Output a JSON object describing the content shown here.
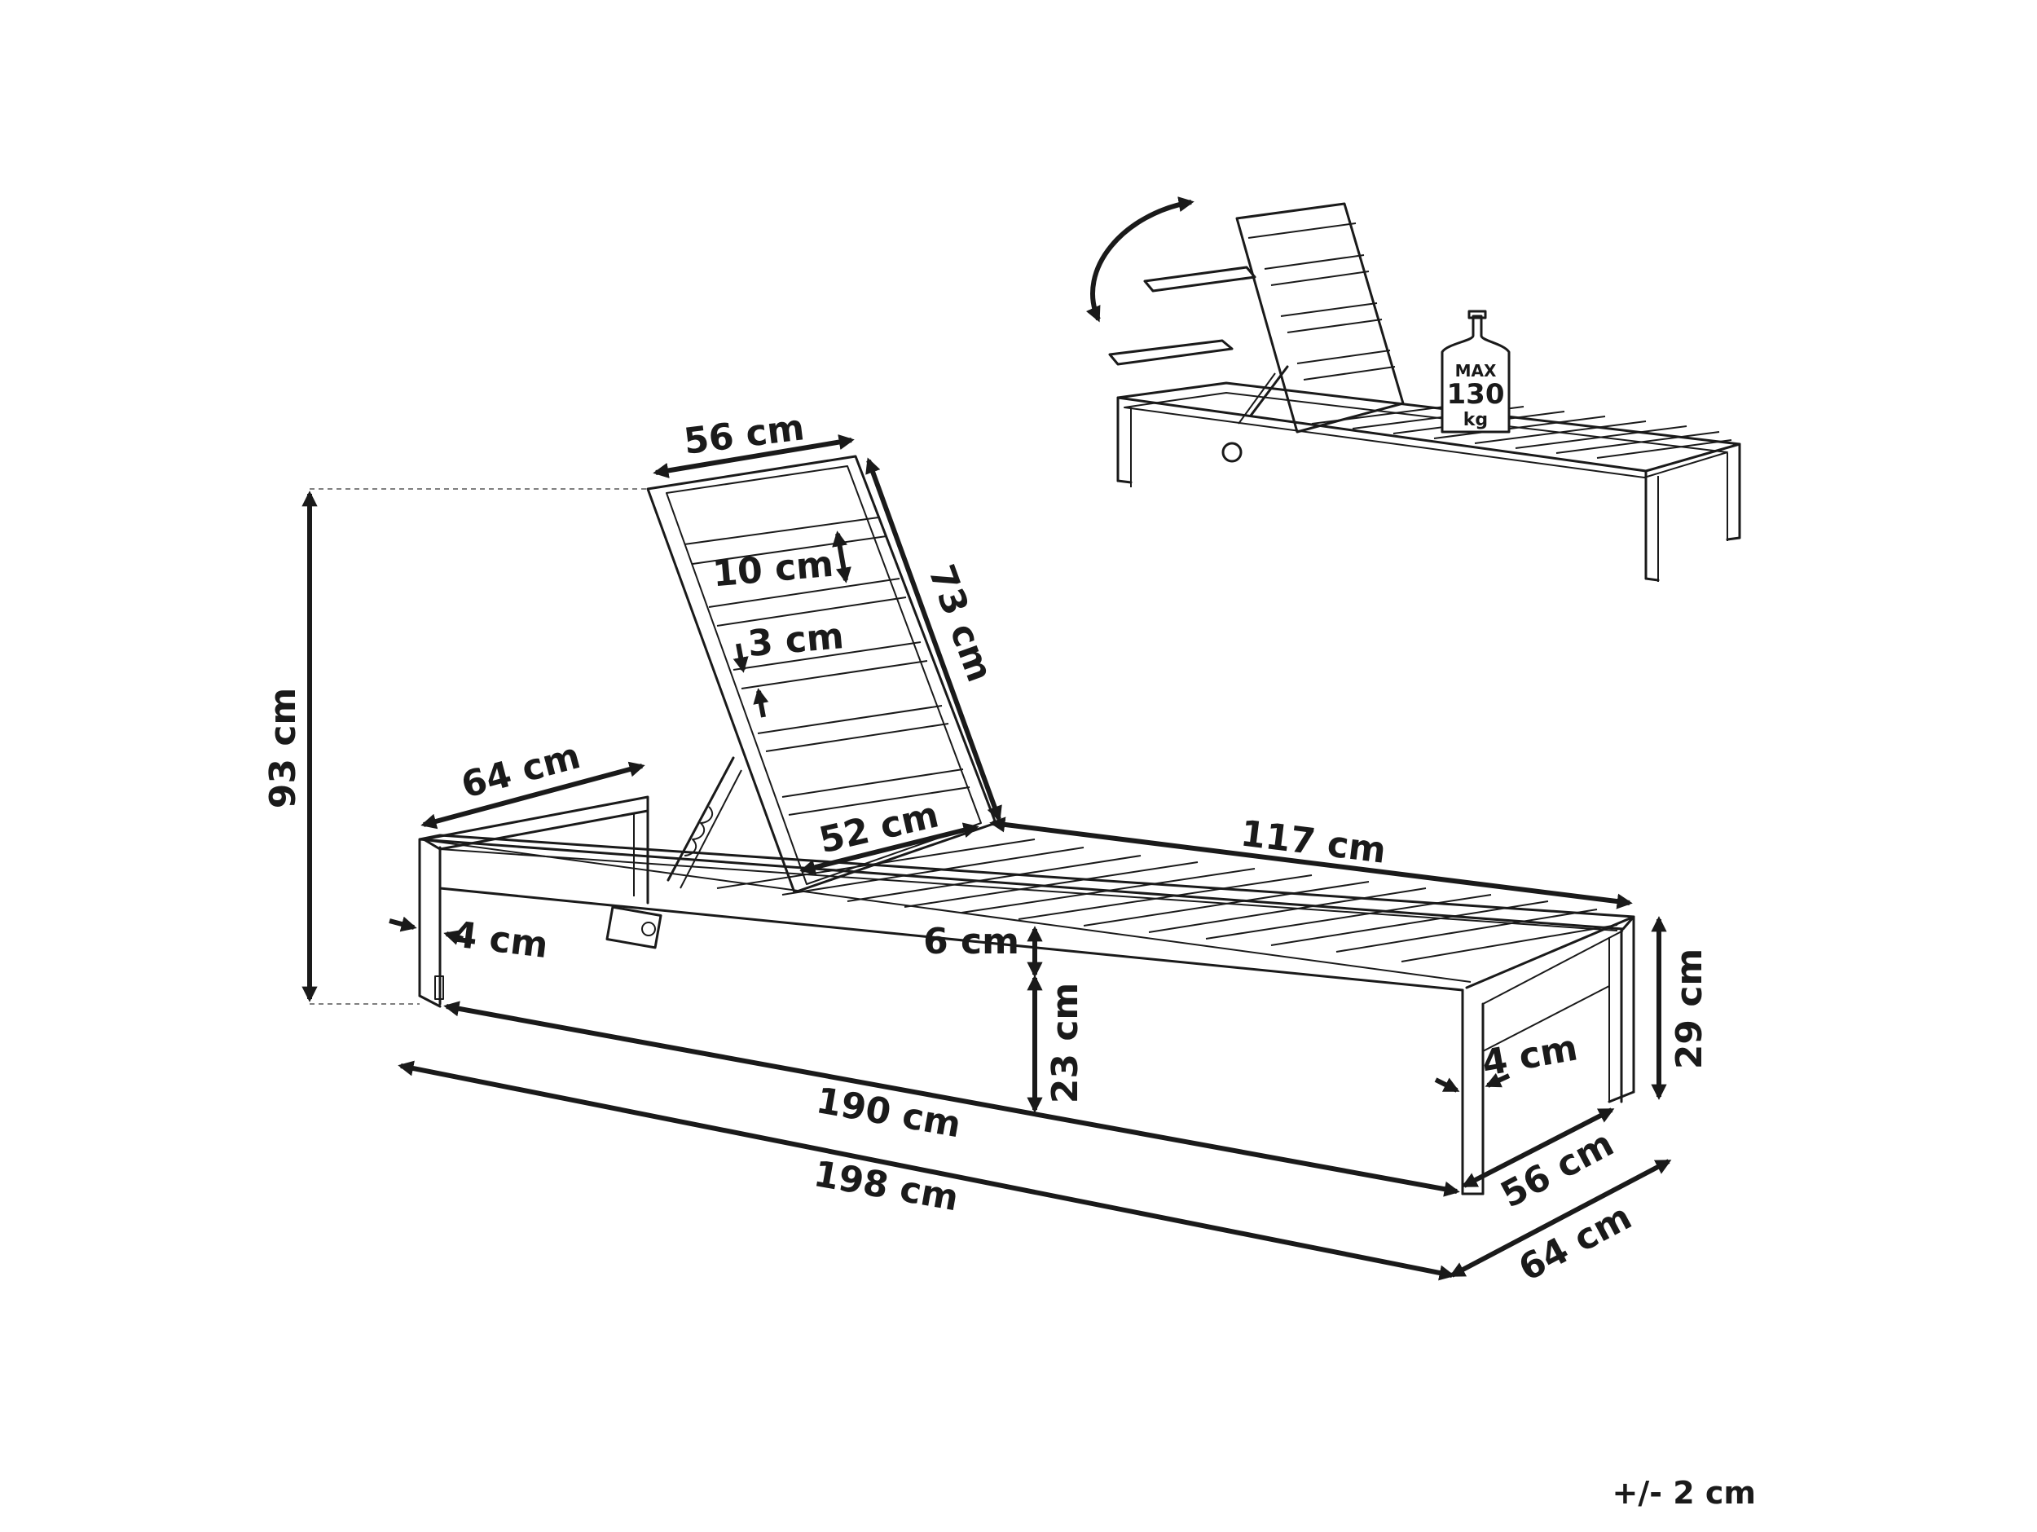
{
  "dimensions": {
    "total_height": "93 cm",
    "backrest_width": "56 cm",
    "backrest_length": "73 cm",
    "slat_width": "10 cm",
    "slat_gap": "3 cm",
    "head_width": "64 cm",
    "inner_width": "52 cm",
    "seat_length": "117 cm",
    "frame_thickness_left": "4 cm",
    "frame_thickness_right": "4 cm",
    "rail_height": "6 cm",
    "leg_clearance": "23 cm",
    "seat_height": "29 cm",
    "inner_length": "190 cm",
    "total_length": "198 cm",
    "inner_foot_width": "56 cm",
    "total_foot_width": "64 cm"
  },
  "badge": {
    "max": "MAX",
    "value": "130",
    "unit": "kg"
  },
  "tolerance": "+/- 2 cm"
}
